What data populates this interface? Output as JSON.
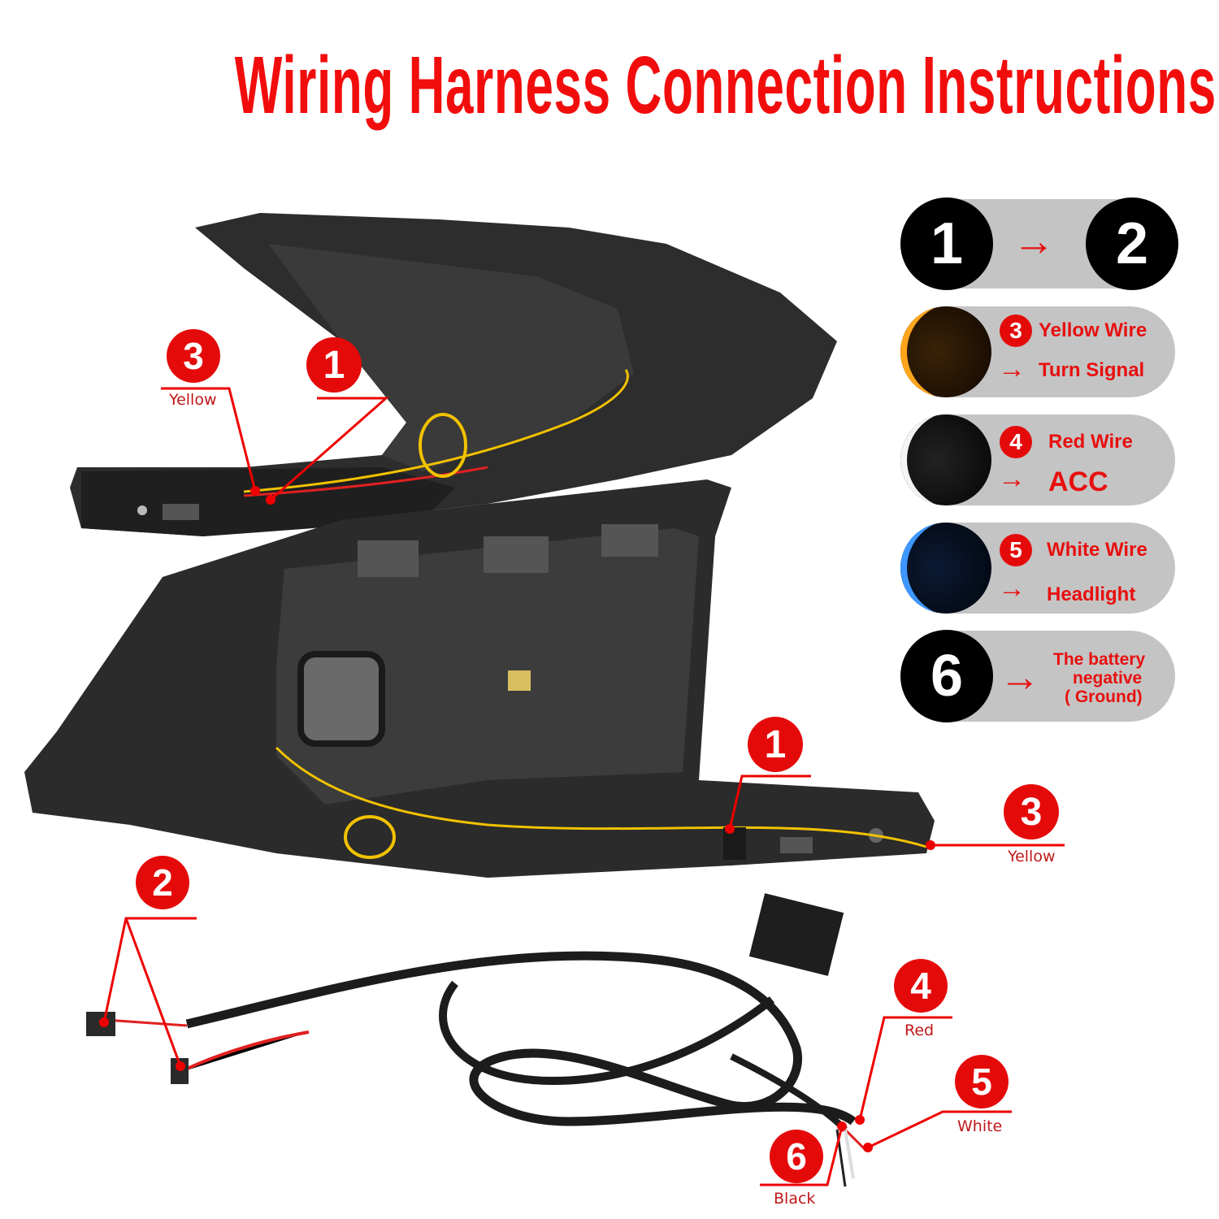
{
  "title": "Wiring Harness Connection Instructions",
  "legend": {
    "row1": {
      "from": "1",
      "to": "2"
    },
    "row2": {
      "number": "3",
      "wire": "Yellow Wire",
      "target": "Turn Signal",
      "glow": "#ff9c1a"
    },
    "row3": {
      "number": "4",
      "wire": "Red Wire",
      "target": "ACC",
      "glow": "#ffffff"
    },
    "row4": {
      "number": "5",
      "wire": "White Wire",
      "target": "Headlight",
      "glow": "#2f8cff"
    },
    "row5": {
      "number": "6",
      "target_line1": "The battery",
      "target_line2": "negative",
      "target_line3": "( Ground)"
    }
  },
  "callouts": {
    "upper_3": {
      "number": "3",
      "label": "Yellow"
    },
    "upper_1": {
      "number": "1"
    },
    "lower_1": {
      "number": "1"
    },
    "lower_3": {
      "number": "3",
      "label": "Yellow"
    },
    "harness_2": {
      "number": "2"
    },
    "harness_4": {
      "number": "4",
      "label": "Red"
    },
    "harness_5": {
      "number": "5",
      "label": "White"
    },
    "harness_6": {
      "number": "6",
      "label": "Black"
    }
  },
  "colors": {
    "accent_red": "#e50a0a",
    "pill_gray": "#c4c4c4",
    "housing": "#2a2a2a",
    "wire_yellow": "#f2c200"
  }
}
